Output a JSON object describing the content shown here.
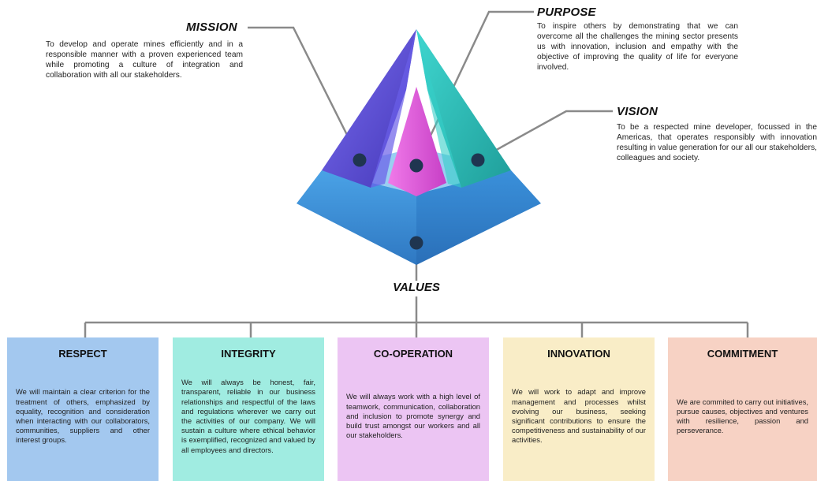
{
  "mission": {
    "title": "MISSION",
    "text": "To develop and operate mines efficiently and in a responsible manner with a proven experienced team while promoting a culture of integration and collaboration with all our stakeholders."
  },
  "purpose": {
    "title": "PURPOSE",
    "text": "To inspire others by demonstrating that we can overcome all the challenges the mining sector presents us with innovation, inclusion and empathy with the objective of improving the quality of life for everyone involved."
  },
  "vision": {
    "title": "VISION",
    "text": "To be a respected mine developer, focussed in the Americas, that operates responsibly with innovation resulting in value generation for our all our stakeholders, colleagues and society."
  },
  "values": {
    "title": "VALUES",
    "cards": [
      {
        "title": "RESPECT",
        "text": "We will maintain a clear criterion for the treatment of others, emphasized by equality, recognition and consideration when interacting with our collaborators, communities, suppliers and other interest groups.",
        "color": "#a3c8ef"
      },
      {
        "title": "INTEGRITY",
        "text": "We will always be honest, fair, transparent, reliable in our business relationships and respectful of the laws and regulations wherever we carry out the activities of our company. We will sustain a culture where ethical behavior is exemplified, recognized and valued by all employees and directors.",
        "color": "#a0ece1"
      },
      {
        "title": "CO-OPERATION",
        "text": "We will always work with a high level of teamwork, communication, collaboration and inclusion to promote synergy and build trust amongst our workers and all our stakeholders.",
        "color": "#ecc5f3"
      },
      {
        "title": "INNOVATION",
        "text": "We will work to adapt and improve management and processes whilst evolving our business, seeking significant contributions to ensure the competitiveness and sustainability of our activities.",
        "color": "#f9edc7"
      },
      {
        "title": "COMMITMENT",
        "text": "We are commited to carry out initiatives, pursue causes, objectives and ventures with resilience, passion and perseverance.",
        "color": "#f7d2c4"
      }
    ]
  },
  "colors": {
    "connector": "#8a8a8a",
    "mission_face": "#5b4fd6",
    "purpose_face": "#e15ad8",
    "vision_face": "#2cc5c0",
    "values_base": "#3a8fd6",
    "marker": "#1f3550"
  }
}
